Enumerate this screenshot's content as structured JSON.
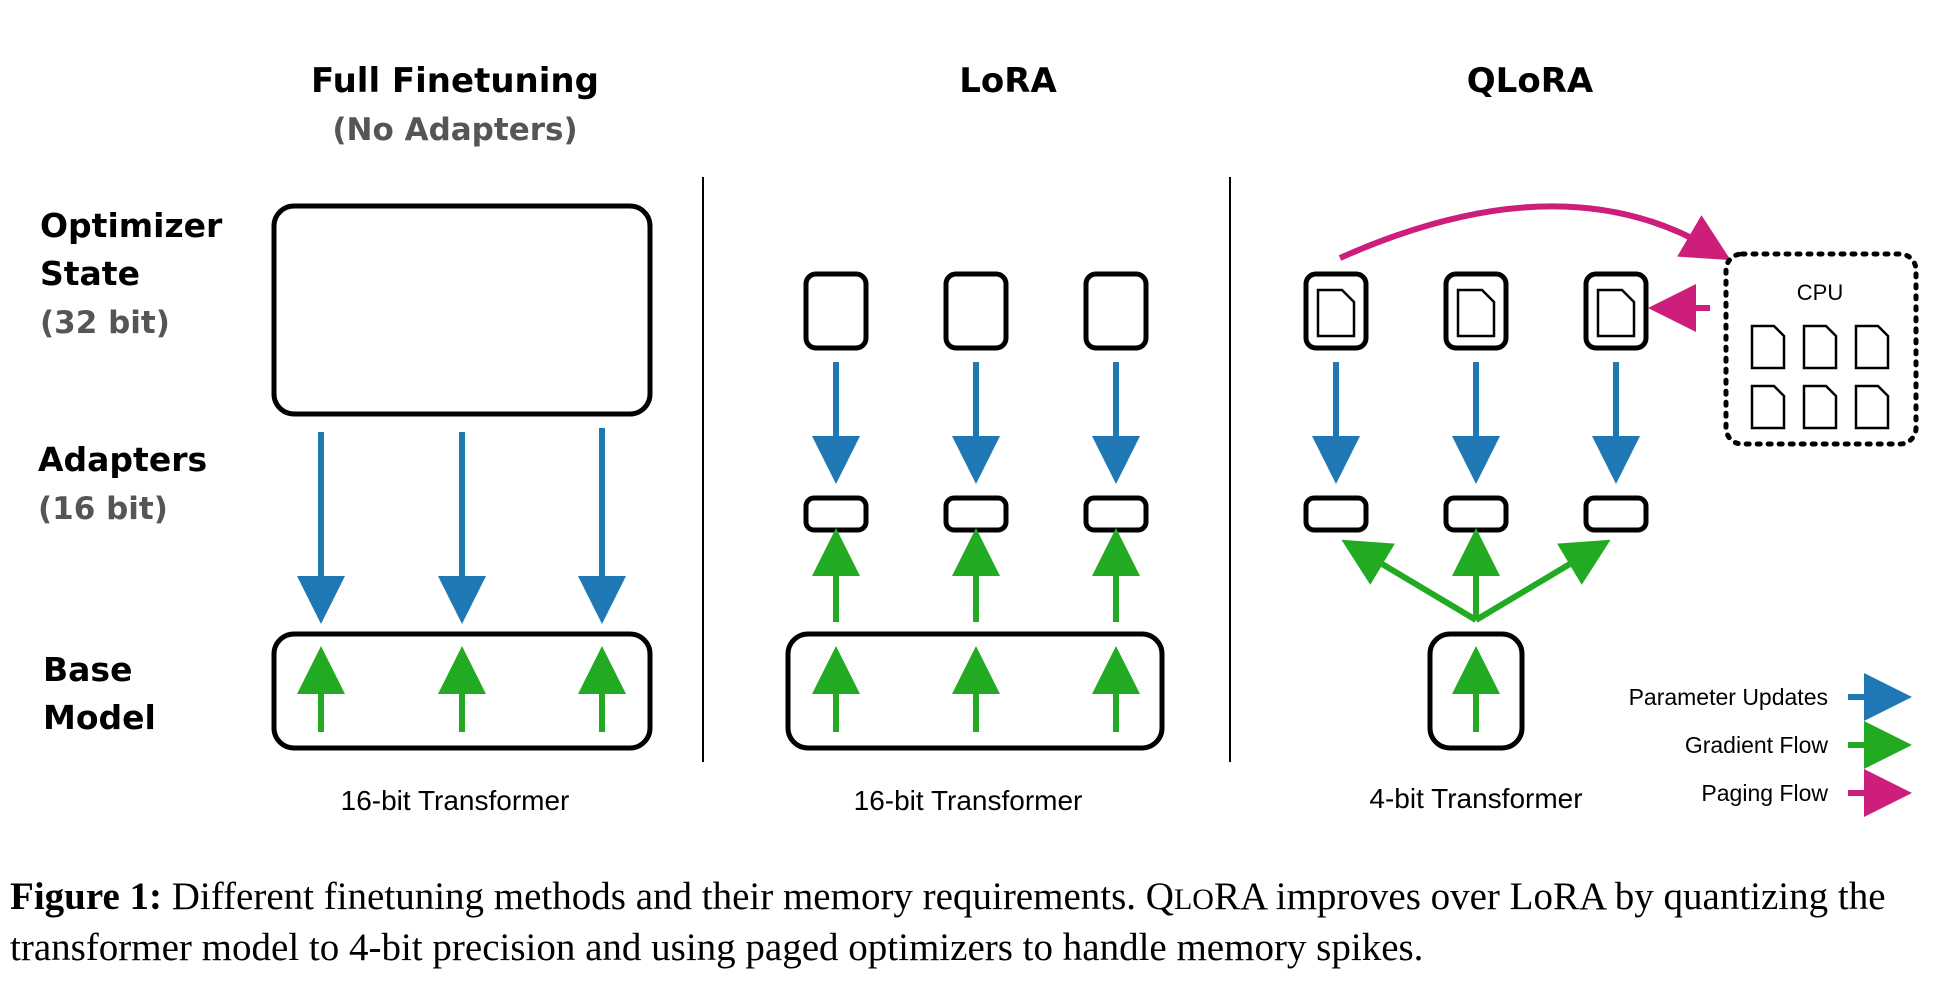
{
  "columns": [
    {
      "title": "Full Finetuning",
      "subtitle": "(No Adapters)",
      "footer": "16-bit Transformer"
    },
    {
      "title": "LoRA",
      "subtitle": "",
      "footer": "16-bit Transformer"
    },
    {
      "title": "QLoRA",
      "subtitle": "",
      "footer": "4-bit Transformer"
    }
  ],
  "rows": {
    "optimizer": {
      "line1": "Optimizer",
      "line2": "State",
      "bits": "(32 bit)"
    },
    "adapters": {
      "line1": "Adapters",
      "bits": "(16 bit)"
    },
    "base": {
      "line1": "Base",
      "line2": "Model"
    }
  },
  "cpu_label": "CPU",
  "legend": [
    {
      "label": "Parameter Updates",
      "color": "#1f77b4"
    },
    {
      "label": "Gradient Flow",
      "color": "#22aa22"
    },
    {
      "label": "Paging Flow",
      "color": "#cc1e7a"
    }
  ],
  "caption": {
    "label": "Figure 1:",
    "part1": " Different finetuning methods and their memory requirements. Q",
    "part2": "L",
    "part3": "O",
    "part4": "RA improves over LoRA by quantizing the transformer model to 4-bit precision and using paged optimizers to handle memory spikes."
  },
  "colors": {
    "blue": "#1f77b4",
    "green": "#22aa22",
    "magenta": "#cc1e7a"
  }
}
